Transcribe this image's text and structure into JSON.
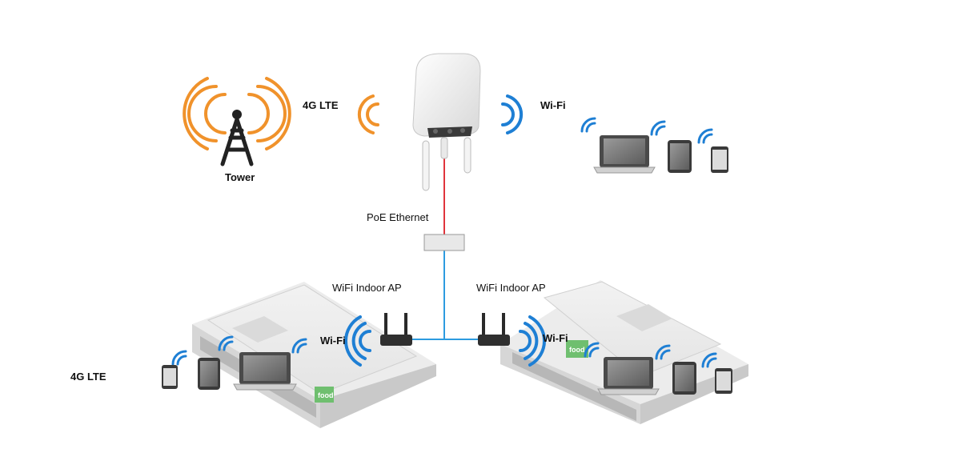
{
  "labels": {
    "tower": "Tower",
    "lte_top": "4G LTE",
    "wifi_top": "Wi-Fi",
    "poe": "PoE Ethernet",
    "indoor_ap_left": "WiFi Indoor AP",
    "indoor_ap_right": "WiFi Indoor AP",
    "wifi_left": "Wi-Fi",
    "wifi_right": "Wi-Fi",
    "lte_bottom": "4G LTE"
  },
  "store_sign": "food",
  "colors": {
    "orange_signal": "#f0922b",
    "blue_signal": "#1e7fd4",
    "poe_cable": "#e0343c",
    "lan_cable": "#2d9be0"
  },
  "icons": [
    "cell-tower-icon",
    "outdoor-router-icon",
    "indoor-router-icon",
    "laptop-icon",
    "tablet-icon",
    "phone-icon",
    "building-icon",
    "switch-icon"
  ]
}
